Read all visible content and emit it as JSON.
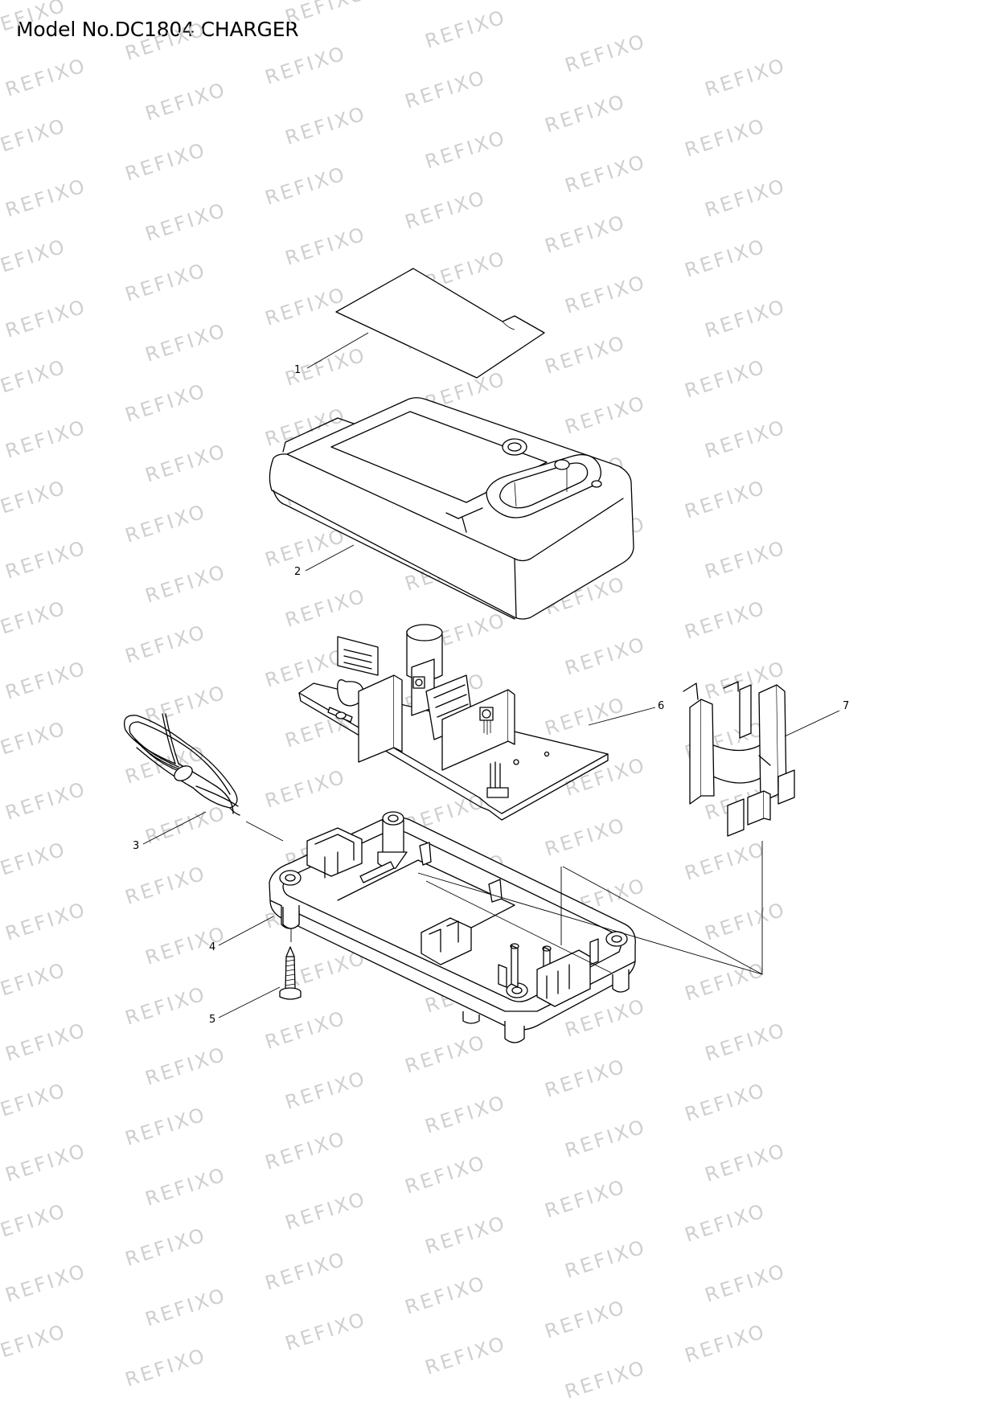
{
  "page": {
    "title": "Model No.DC1804 CHARGER"
  },
  "watermark": {
    "text": "REFIXO",
    "color": "#cfcfcf"
  },
  "callouts": [
    {
      "number": "1",
      "part": "label-sheet"
    },
    {
      "number": "2",
      "part": "top-housing"
    },
    {
      "number": "3",
      "part": "power-cord"
    },
    {
      "number": "4",
      "part": "base-housing"
    },
    {
      "number": "5",
      "part": "screw"
    },
    {
      "number": "6",
      "part": "circuit-board"
    },
    {
      "number": "7",
      "part": "battery-guide"
    }
  ]
}
